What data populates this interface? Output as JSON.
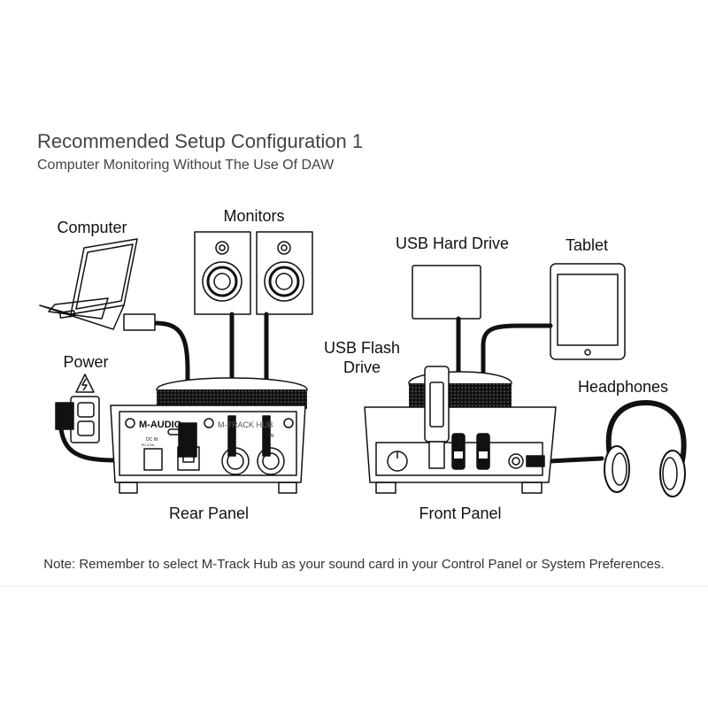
{
  "title": "Recommended Setup Configuration 1",
  "subtitle": "Computer Monitoring Without The Use Of DAW",
  "labels": {
    "computer": "Computer",
    "monitors": "Monitors",
    "power": "Power",
    "usb_hard_drive": "USB Hard Drive",
    "tablet": "Tablet",
    "usb_flash_drive_1": "USB Flash",
    "usb_flash_drive_2": "Drive",
    "headphones": "Headphones",
    "rear_panel": "Rear Panel",
    "front_panel": "Front Panel"
  },
  "device_markings": {
    "brand": "M-AUDIO",
    "model": "M-TRACK HUB",
    "main": "MAIN",
    "dc_in": "DC IN",
    "dc_spec": "5V 0.5A"
  },
  "note": "Note: Remember to select M-Track Hub as your sound card in your Control Panel or System Preferences."
}
